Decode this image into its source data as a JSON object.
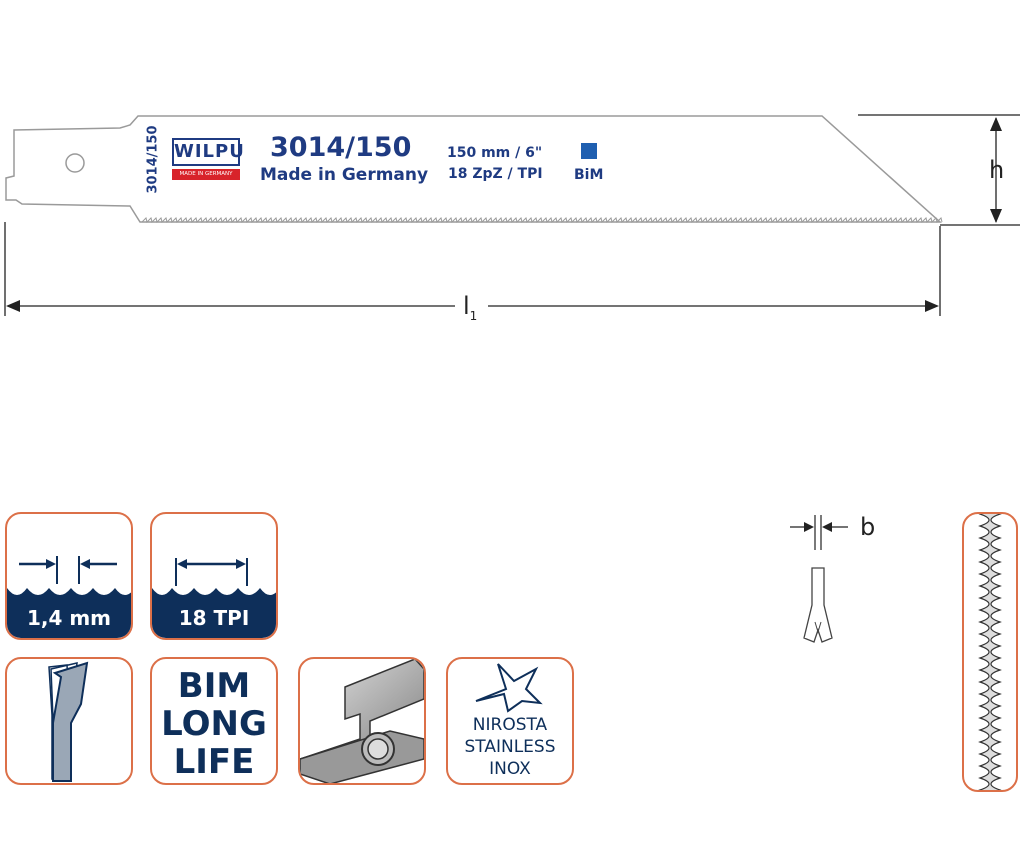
{
  "blade": {
    "side_code": "3014/150",
    "brand": "WILPU",
    "brand_sub": "MADE IN GERMANY",
    "model": "3014/150",
    "origin": "Made in Germany",
    "length": "150 mm / 6\"",
    "teeth": "18 ZpZ / TPI",
    "material": "BiM",
    "material_color": "#1f5fb0"
  },
  "dimensions": {
    "height_label": "h",
    "length_label": "l",
    "length_sub": "1",
    "thickness_label": "b"
  },
  "tiles": {
    "tooth_pitch": "1,4 mm",
    "tpi": "18 TPI",
    "bim_line1": "BIM",
    "bim_line2": "LONG",
    "bim_line3": "LIFE",
    "mat_line1": "NIROSTA",
    "mat_line2": "STAINLESS",
    "mat_line3": "INOX"
  },
  "colors": {
    "navy": "#0e2f5a",
    "orange": "#dc7048",
    "text_blue": "#1f3b82"
  }
}
